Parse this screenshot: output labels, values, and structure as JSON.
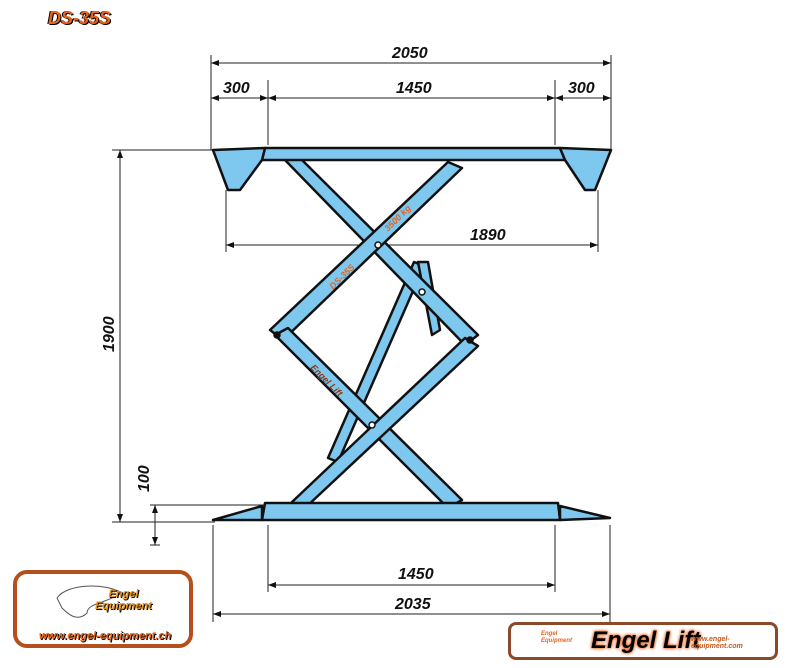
{
  "title": "DS-35S",
  "dimensions": {
    "overall_top": "2050",
    "left_ramp": "300",
    "platform_top": "1450",
    "right_ramp": "300",
    "inner_width": "1890",
    "height": "1900",
    "base_height": "100",
    "platform_bottom": "1450",
    "overall_bottom": "2035"
  },
  "arm_labels": {
    "model": "DS-35S",
    "capacity": "3500 kg",
    "brand": "Engel Lift"
  },
  "logo_left": {
    "brand_line1": "Engel",
    "brand_line2": "Equipment",
    "url": "www.engel-equipment.ch"
  },
  "logo_right": {
    "brand": "Engel Lift",
    "url": "www.engel-equipment.com"
  },
  "colors": {
    "lift_blue": "#7ec8ef",
    "accent_orange": "#e8641c"
  }
}
